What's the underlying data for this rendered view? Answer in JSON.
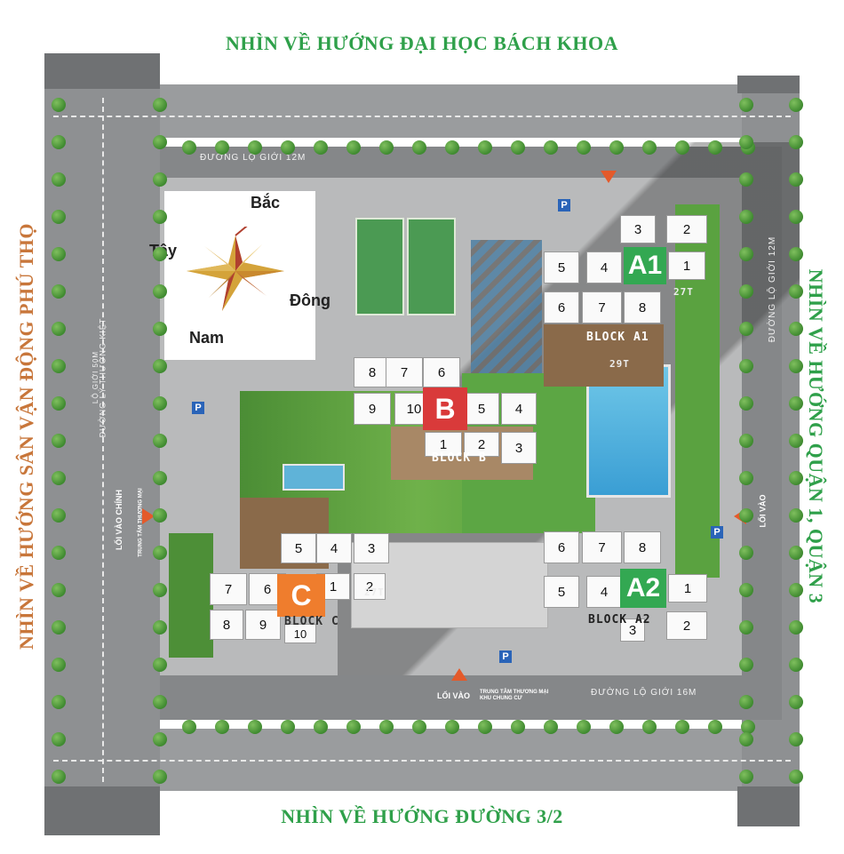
{
  "headings": {
    "north": "NHÌN VỀ HƯỚNG ĐẠI HỌC BÁCH KHOA",
    "south": "NHÌN VỀ HƯỚNG ĐƯỜNG 3/2",
    "west": "NHÌN VỀ HƯỚNG SÂN VẬN ĐỘNG PHÚ THỌ",
    "east": "NHÌN VỀ HƯỚNG QUẬN 1, QUẬN 3"
  },
  "colors": {
    "north_heading": "#2fa04a",
    "south_heading": "#2fa04a",
    "east_heading": "#2fa04a",
    "west_heading": "#c8763a",
    "badge_a": "#33a852",
    "badge_b": "#d93a3a",
    "badge_c": "#ef7d2d"
  },
  "compass": {
    "north": "Bắc",
    "west": "Tây",
    "east": "Đông",
    "south": "Nam"
  },
  "roads": {
    "top": "ĐƯỜNG LỘ GIỚI 12M",
    "right": "ĐƯỜNG LỘ GIỚI 12M",
    "bottom": "ĐƯỜNG LỘ GIỚI 16M",
    "left": "ĐƯỜNG LÝ THƯỜNG KIỆT",
    "left_sub": "LỘ GIỚI 50M"
  },
  "entrances": {
    "main": "LỐI VÀO CHÍNH",
    "main_sub": "TRUNG TÂM THƯƠNG MẠI",
    "right": "LỐI VÀO",
    "bottom": "LỐI VÀO",
    "bottom_sub": "TRUNG TÂM THƯƠNG MẠI KHU CHUNG CƯ"
  },
  "parking_label": "P",
  "blocks": {
    "a1": {
      "badge": "A1",
      "name": "BLOCK A1",
      "floors": "29T",
      "floors_top": "27T"
    },
    "a2": {
      "badge": "A2",
      "name": "BLOCK A2"
    },
    "b": {
      "badge": "B",
      "name": "BLOCK B"
    },
    "c": {
      "badge": "C",
      "name": "BLOCK C",
      "floors": "27T"
    }
  },
  "units": {
    "a1": [
      "3",
      "2",
      "5",
      "4",
      "1",
      "6",
      "7",
      "8"
    ],
    "a2": [
      "6",
      "7",
      "8",
      "5",
      "4",
      "1",
      "3",
      "2"
    ],
    "b": [
      "8",
      "7",
      "6",
      "9",
      "10",
      "5",
      "4",
      "1",
      "2",
      "3"
    ],
    "c": [
      "5",
      "4",
      "3",
      "7",
      "6",
      "1",
      "2",
      "8",
      "9",
      "10"
    ]
  }
}
